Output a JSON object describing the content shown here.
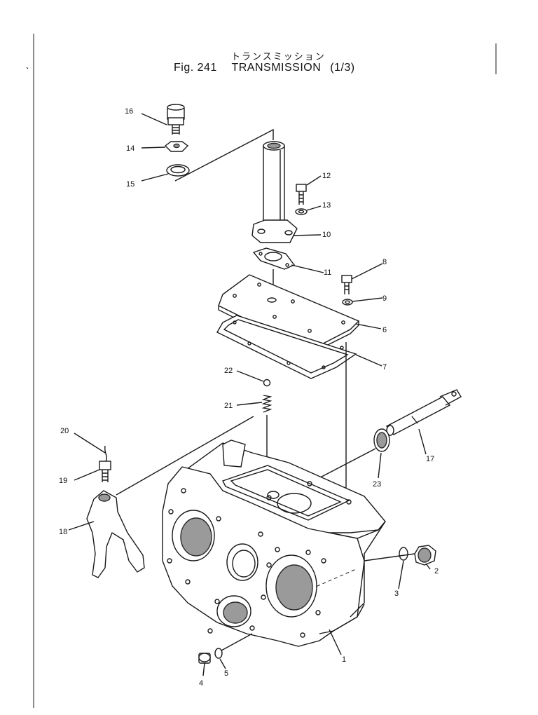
{
  "header": {
    "subtitle_jp": "トランスミッション",
    "fig_label": "Fig. 241",
    "title": "TRANSMISSION",
    "part": "(1/3)"
  },
  "callouts": [
    {
      "id": "1",
      "label": "1"
    },
    {
      "id": "2",
      "label": "2"
    },
    {
      "id": "3",
      "label": "3"
    },
    {
      "id": "4",
      "label": "4"
    },
    {
      "id": "5",
      "label": "5"
    },
    {
      "id": "6",
      "label": "6"
    },
    {
      "id": "7",
      "label": "7"
    },
    {
      "id": "8",
      "label": "8"
    },
    {
      "id": "9",
      "label": "9"
    },
    {
      "id": "10",
      "label": "10"
    },
    {
      "id": "11",
      "label": "11"
    },
    {
      "id": "12",
      "label": "12"
    },
    {
      "id": "13",
      "label": "13"
    },
    {
      "id": "14",
      "label": "14"
    },
    {
      "id": "15",
      "label": "15"
    },
    {
      "id": "16",
      "label": "16"
    },
    {
      "id": "17",
      "label": "17"
    },
    {
      "id": "18",
      "label": "18"
    },
    {
      "id": "19",
      "label": "19"
    },
    {
      "id": "20",
      "label": "20"
    },
    {
      "id": "21",
      "label": "21"
    },
    {
      "id": "22",
      "label": "22"
    },
    {
      "id": "23",
      "label": "23"
    }
  ]
}
